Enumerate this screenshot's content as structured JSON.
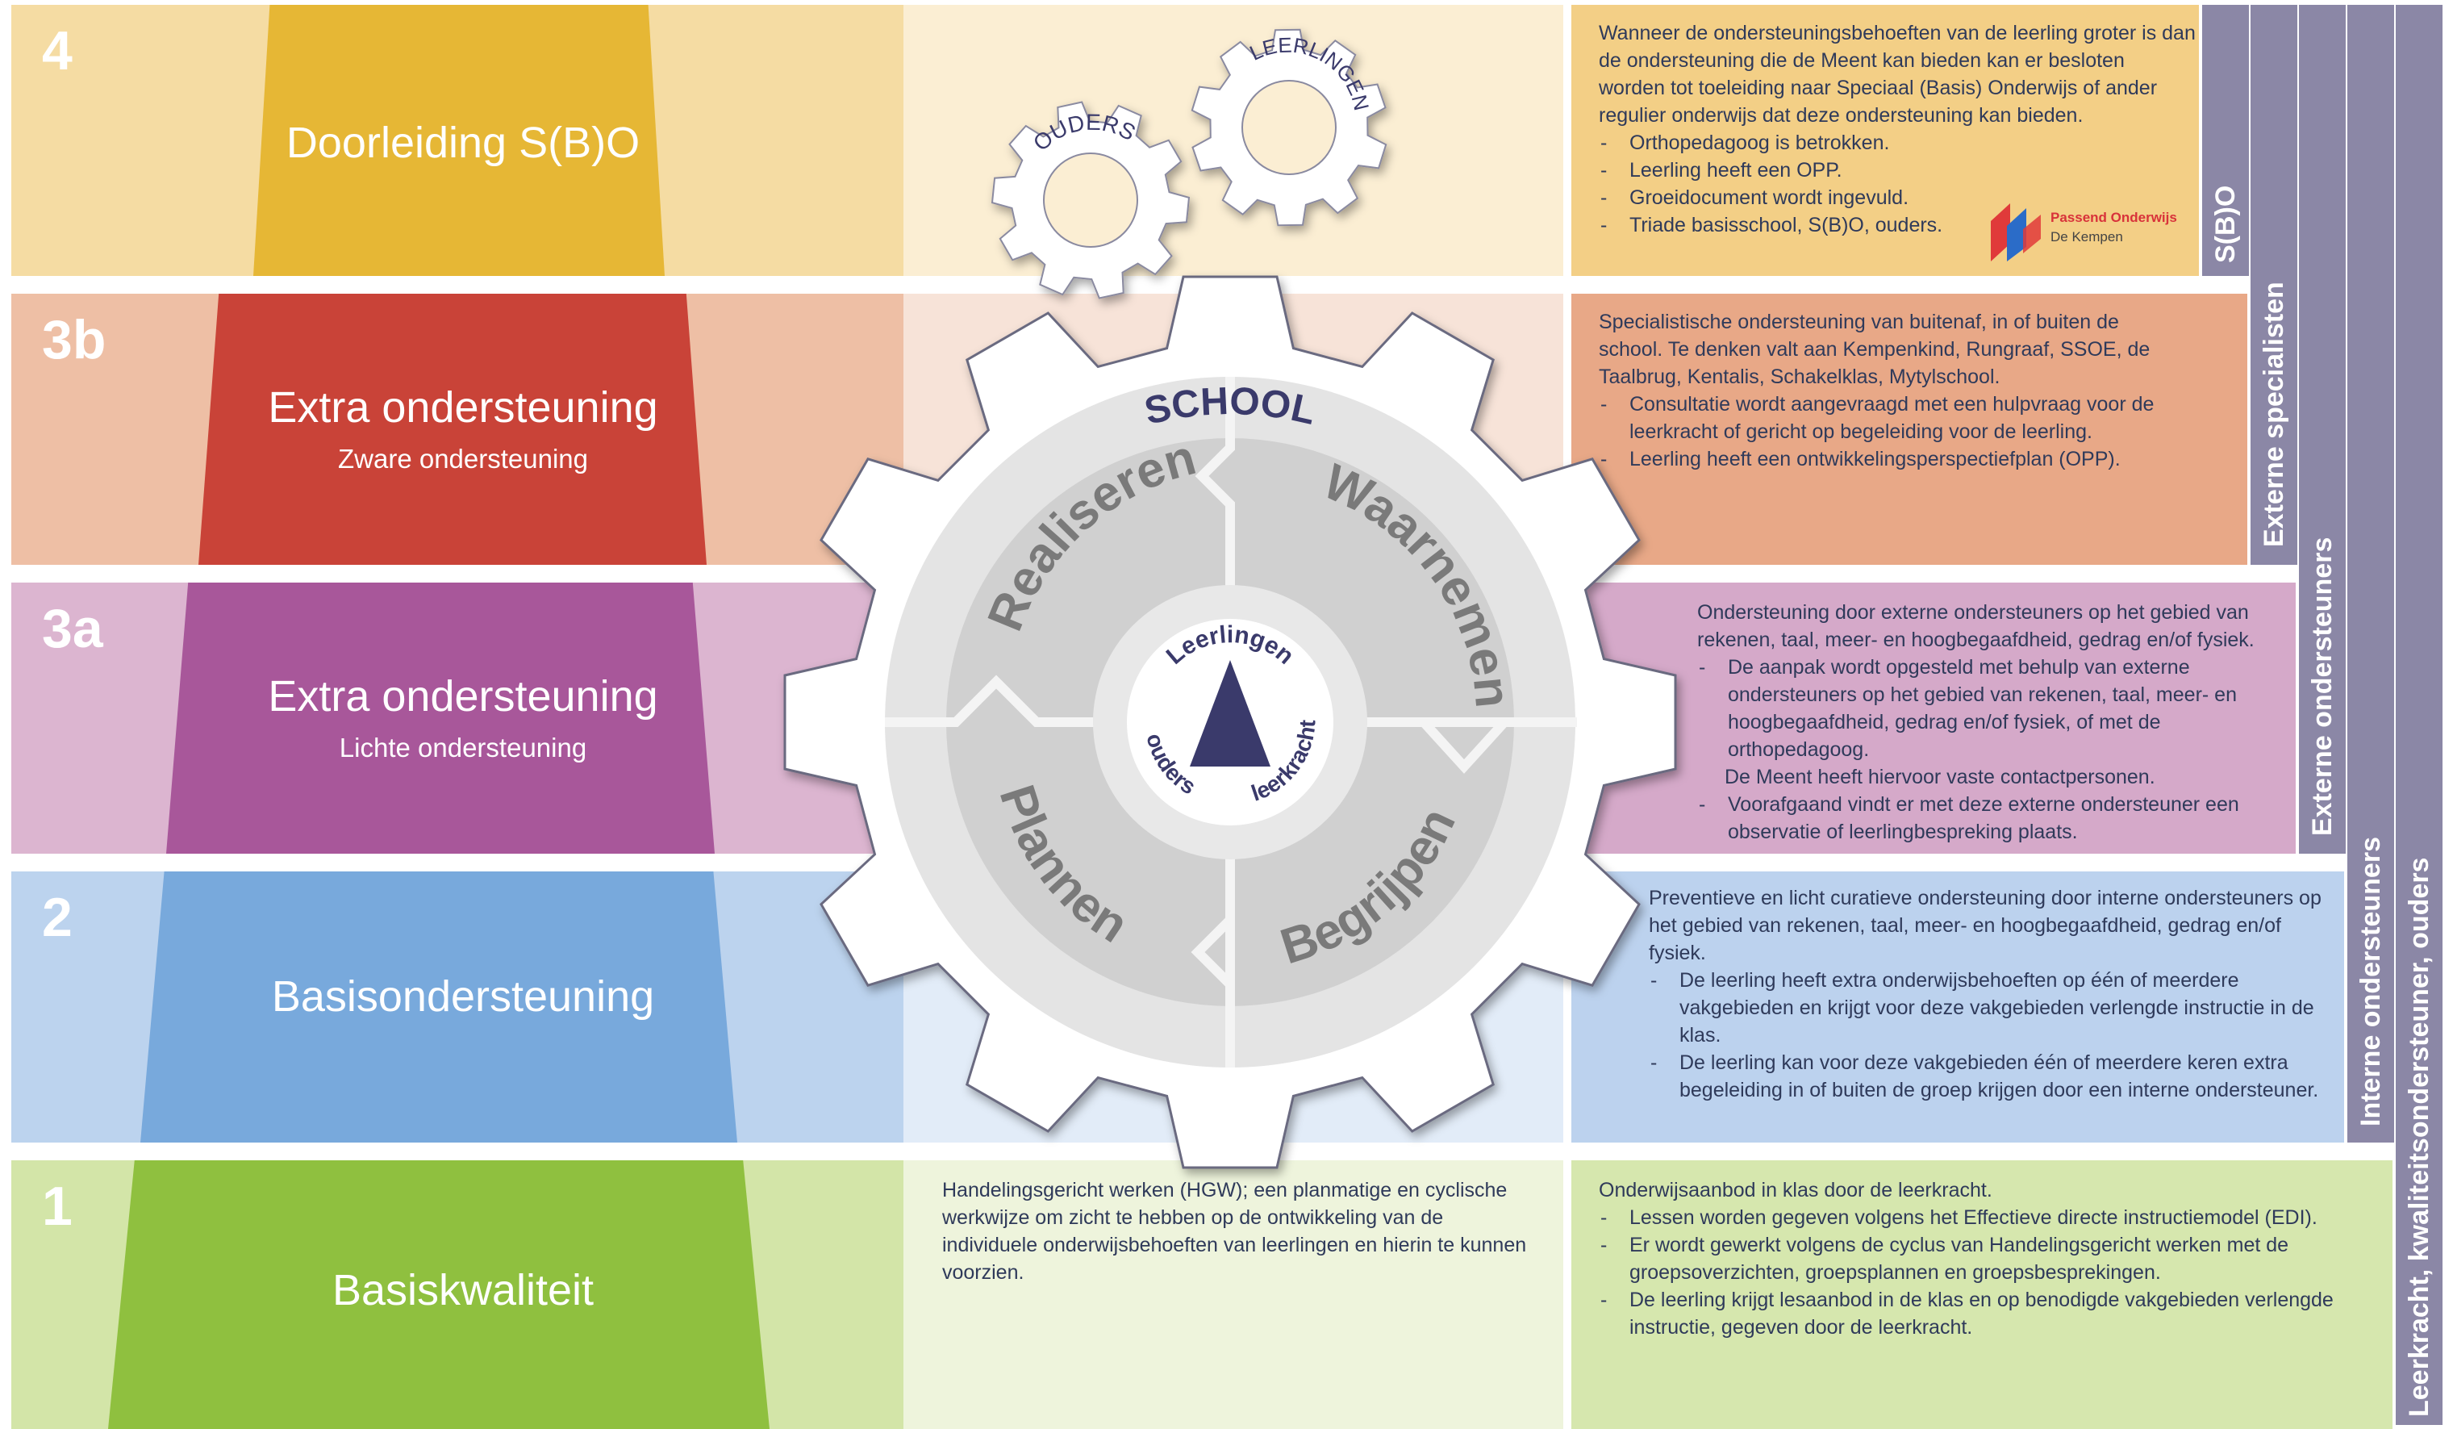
{
  "levels": [
    {
      "num": "4",
      "title": "Doorleiding S(B)O",
      "subtitle": "",
      "intro": "Wanneer de ondersteuningsbehoeften  van de leerling groter is dan de ondersteuning die de Meent kan bieden kan er besloten worden tot toeleiding naar Speciaal (Basis) Onderwijs of ander regulier onderwijs dat deze ondersteuning kan bieden.",
      "bullets": [
        "Orthopedagoog is betrokken.",
        "Leerling heeft een OPP.",
        "Groeidocument wordt ingevuld.",
        "Triade basisschool, S(B)O, ouders."
      ],
      "colors": {
        "bg": "#f5dca3",
        "pill": "#e6b735",
        "right": "#f3cf86"
      }
    },
    {
      "num": "3b",
      "title": "Extra ondersteuning",
      "subtitle": "Zware ondersteuning",
      "intro": "Specialistische ondersteuning van buitenaf, in of buiten de school. Te denken valt aan Kempenkind, Rungraaf, SSOE, de Taalbrug, Kentalis, Schakelklas, Mytylschool.",
      "bullets": [
        "Consultatie wordt aangevraagd met een hulpvraag voor de leerkracht of gericht op begeleiding voor de leerling.",
        "Leerling heeft een ontwikkelingsperspectiefplan  (OPP)."
      ],
      "colors": {
        "bg": "#eebfa5",
        "pill": "#c94338",
        "right": "#e8a887"
      }
    },
    {
      "num": "3a",
      "title": "Extra ondersteuning",
      "subtitle": "Lichte ondersteuning",
      "intro": "Ondersteuning  door externe ondersteuners op het gebied van rekenen, taal, meer- en hoogbegaafdheid, gedrag en/of fysiek.",
      "bullets": [
        "De aanpak wordt opgesteld met behulp van externe ondersteuners op het gebied van rekenen, taal, meer- en hoogbegaafdheid, gedrag en/of fysiek, of met de orthopedagoog."
      ],
      "note": "De Meent heeft hiervoor vaste contactpersonen.",
      "bullets2": [
        "Voorafgaand vindt er met deze externe ondersteuner een observatie of leerlingbespreking  plaats."
      ],
      "colors": {
        "bg": "#dcb5d0",
        "pill": "#a8579a",
        "right": "#d5a9c9"
      }
    },
    {
      "num": "2",
      "title": "Basisondersteuning",
      "subtitle": "",
      "intro": "Preventieve en licht curatieve ondersteuning  door interne ondersteuners op het gebied van rekenen, taal, meer- en hoogbegaafdheid,  gedrag en/of fysiek.",
      "bullets": [
        "De leerling heeft extra onderwijsbehoeften  op één of meerdere vakgebieden en krijgt voor deze vakgebieden verlengde instructie in de klas.",
        "De leerling kan voor deze vakgebieden één of meerdere keren extra begeleiding in of buiten de groep krijgen door een interne ondersteuner."
      ],
      "colors": {
        "bg": "#bcd3ee",
        "pill": "#78a9dc",
        "right": "#bcd2ee"
      }
    },
    {
      "num": "1",
      "title": "Basiskwaliteit",
      "subtitle": "",
      "mid": "Handelingsgericht werken (HGW); een planmatige en cyclische werkwijze om zicht te hebben op de ontwikkeling  van de individuele onderwijsbehoeften  van leerlingen en hierin te kunnen voorzien.",
      "intro": "Onderwijsaanbod  in klas door de leerkracht.",
      "bullets": [
        "Lessen worden gegeven volgens het Effectieve directe instructiemodel (EDI).",
        "Er wordt gewerkt volgens de cyclus van Handelingsgericht werken met de groepsoverzichten, groepsplannen en groepsbesprekingen.",
        "De leerling krijgt lesaanbod in de klas en op benodigde vakgebieden verlengde instructie, gegeven door de leerkracht."
      ],
      "colors": {
        "bg": "#d3e5a8",
        "pill": "#8fc03f",
        "right": "#d6e7ae"
      }
    }
  ],
  "gear": {
    "school": "SCHOOL",
    "quadrants": [
      "Realiseren",
      "Waarnemen",
      "Plannen",
      "Begrijpen"
    ],
    "center": {
      "top": "Leerlingen",
      "left": "ouders",
      "right": "leerkracht"
    },
    "small_gears": [
      "OUDERS",
      "LEERLINGEN"
    ]
  },
  "logo": {
    "line1": "Passend Onderwijs",
    "line2": "De Kempen"
  },
  "side_bars": [
    "S(B)O",
    "Externe specialisten",
    "Externe ondersteuners",
    "Interne ondersteuners",
    "Leerkracht, kwaliteitsondersteuner, ouders"
  ],
  "colors": {
    "bar": "#8b87a6",
    "navy": "#3a3a6b",
    "gear_ring": "#dcdcdc",
    "gear_quad": "#c8c8c8"
  }
}
